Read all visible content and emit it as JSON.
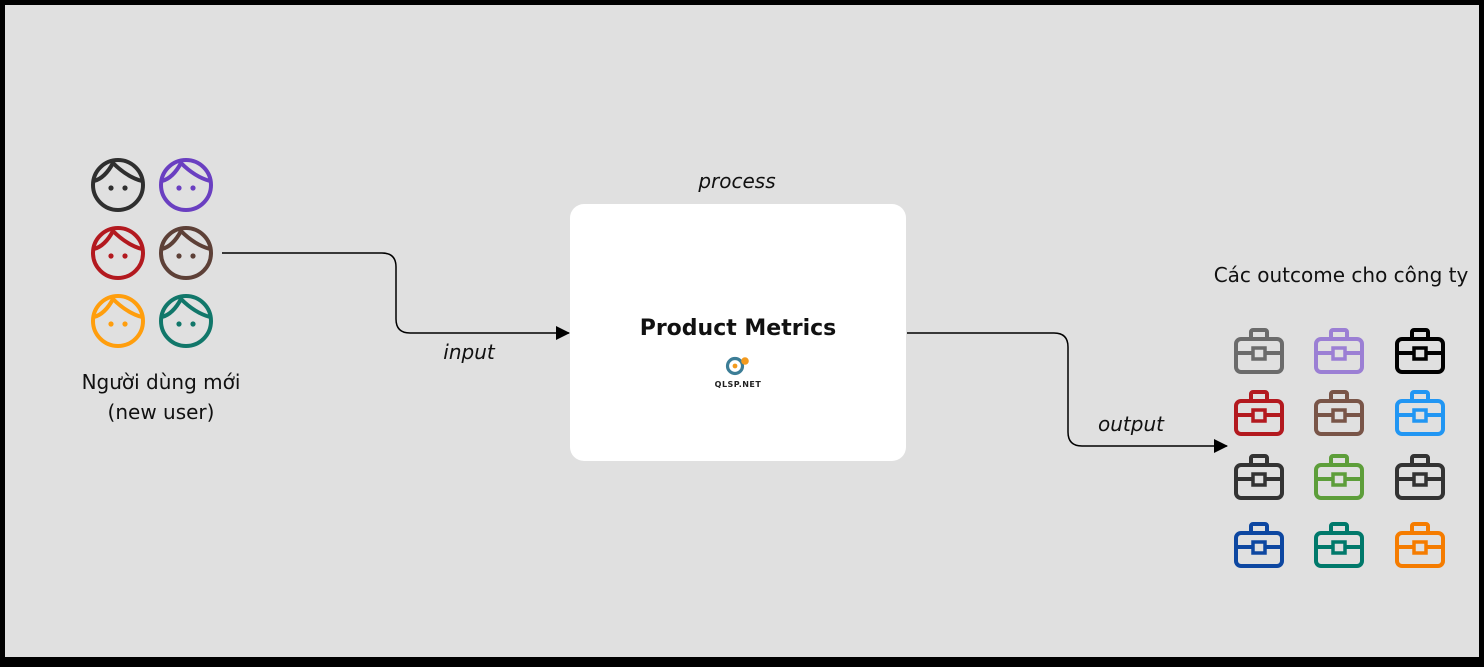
{
  "users": {
    "caption_line1": "Người dùng mới",
    "caption_line2": "(new user)",
    "face_colors": [
      "#2f2f2f",
      "#6a3fc1",
      "#b3191f",
      "#5d4037",
      "#ff9e0d",
      "#11776a"
    ],
    "icon": "user-face-icon"
  },
  "process": {
    "label": "process",
    "box_title": "Product Metrics",
    "brand": "QLSP.NET",
    "brand_colors": [
      "#3c7d96",
      "#f39a1e"
    ]
  },
  "flow": {
    "input_label": "input",
    "output_label": "output"
  },
  "outcomes": {
    "title": "Các outcome cho công ty",
    "icon": "briefcase-icon",
    "colors": [
      "#6b6b6b",
      "#9b7fd4",
      "#000000",
      "#b3191f",
      "#795548",
      "#2196f3",
      "#333333",
      "#5d9e3a",
      "#333333",
      "#0d47a1",
      "#00796b",
      "#f57c00"
    ]
  }
}
